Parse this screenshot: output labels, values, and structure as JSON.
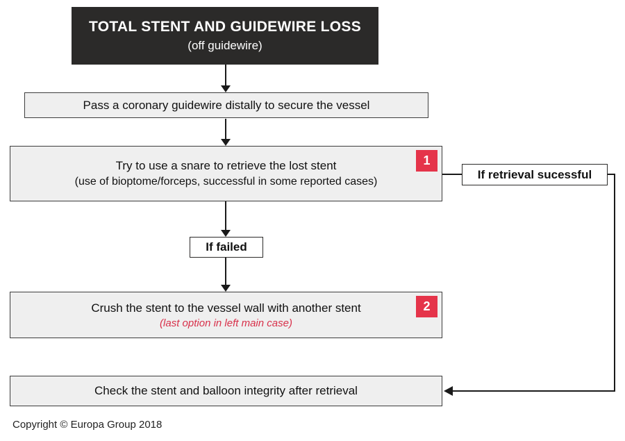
{
  "header": {
    "title": "TOTAL STENT AND GUIDEWIRE LOSS",
    "subtitle": "(off guidewire)"
  },
  "boxes": {
    "pass": {
      "text": "Pass a coronary guidewire distally to secure the vessel"
    },
    "snare": {
      "line1": "Try to use a snare to retrieve the lost stent",
      "line2": "(use of bioptome/forceps, successful in some reported cases)",
      "badge": "1"
    },
    "crush": {
      "line1": "Crush the stent to the vessel wall with another stent",
      "note": "(last option in left main case)",
      "badge": "2"
    },
    "check": {
      "text": "Check the stent and balloon integrity after retrieval"
    }
  },
  "connectors": {
    "if_failed": "If failed",
    "if_retrieval_successful": "If retrieval sucessful"
  },
  "footer": {
    "copyright": "Copyright © Europa Group 2018"
  },
  "colors": {
    "header_bg": "#2b2a29",
    "box_bg": "#efefef",
    "badge_red": "#e5344a",
    "note_red": "#d8304a",
    "line": "#1a1a1a"
  }
}
